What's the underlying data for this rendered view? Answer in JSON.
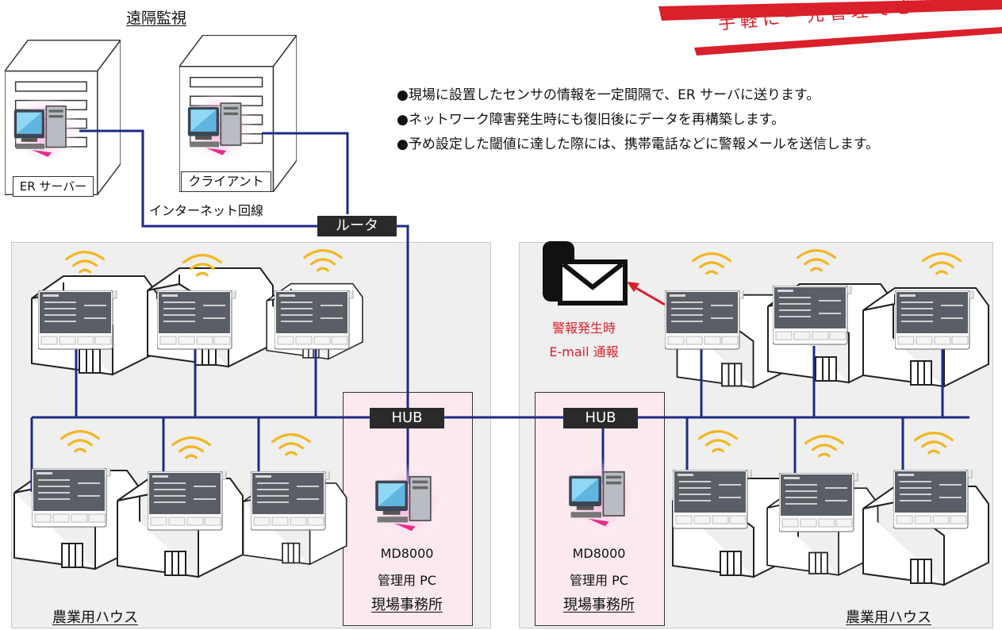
{
  "header": {
    "title": "遠隔監視"
  },
  "banner": {
    "slogan": "手軽に一元管理できる"
  },
  "bullets": [
    "●現場に設置したセンサの情報を一定間隔で、ER サーバに送ります。",
    "●ネットワーク障害発生時にも復旧後にデータを再構築します。",
    "●予め設定した閾値に達した際には、携帯電話などに警報メールを送信します。"
  ],
  "servers": {
    "er_server": "ER サーバー",
    "client": "クライアント"
  },
  "network": {
    "internet_line": "インターネット回線",
    "router": "ルータ",
    "hub": "HUB"
  },
  "alert": {
    "line1": "警報発生時",
    "line2": "E-mail 通報"
  },
  "offices": [
    {
      "model": "MD8000",
      "role": "管理用 PC",
      "place": "現場事務所"
    },
    {
      "model": "MD8000",
      "role": "管理用 PC",
      "place": "現場事務所"
    }
  ],
  "areas": {
    "left": "農業用ハウス",
    "right": "農業用ハウス"
  },
  "colors": {
    "wire": "#1f2a86",
    "alert": "#d9202b",
    "office_bg": "#fbe9ef",
    "area_bg": "#efefef",
    "wifi": "#f3b521"
  }
}
